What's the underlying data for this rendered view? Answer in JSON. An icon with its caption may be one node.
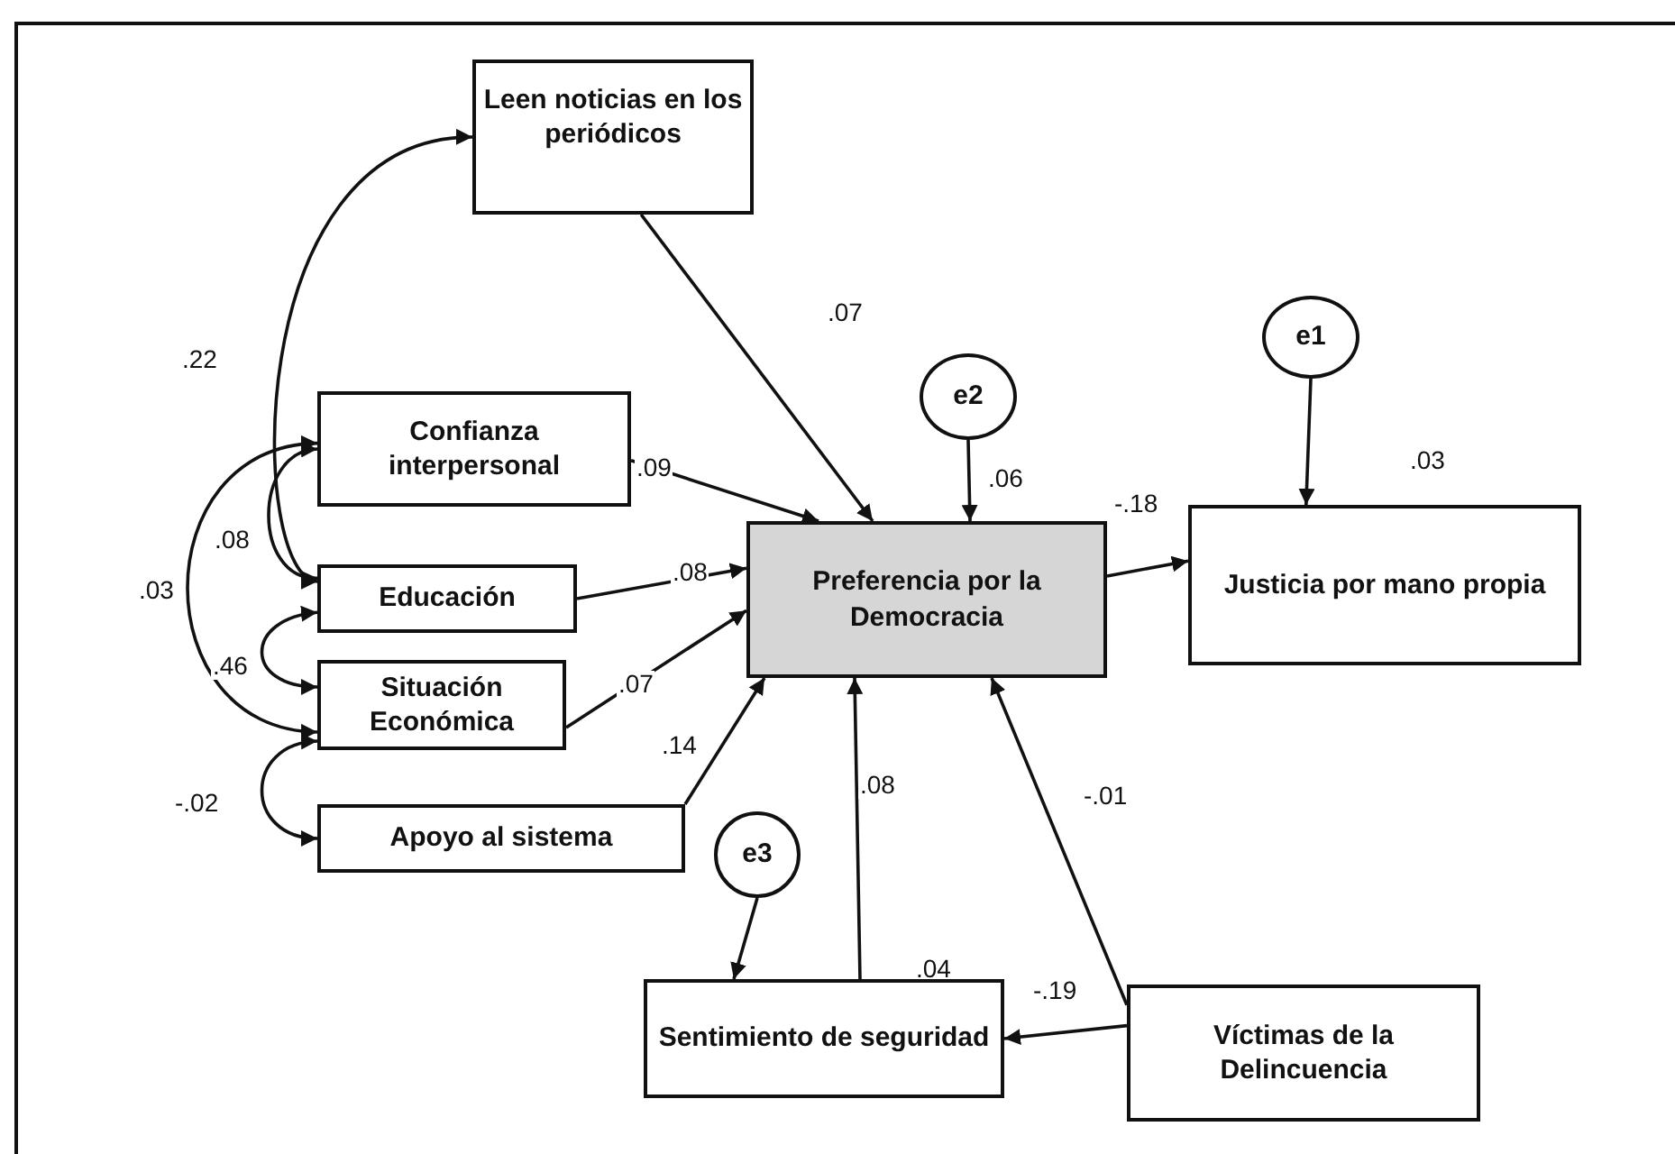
{
  "diagram": {
    "nodes": [
      {
        "text": [
          "Leen noticias en los periódicos"
        ]
      },
      {
        "text": [
          "Confianza interpersonal"
        ]
      },
      {
        "text": [
          "e2"
        ]
      },
      {
        "text": [
          "e1"
        ]
      },
      {
        "text": [
          "Educación"
        ]
      },
      {
        "text": [
          "Preferencia por la Democracia"
        ],
        "beside": [
          ".06"
        ]
      },
      {
        "text": [
          "Justicia por mano propia"
        ],
        "beside": [
          ".03"
        ]
      },
      {
        "text": [
          "Situación Económica"
        ]
      },
      {
        "text": [
          "Apoyo al sistema"
        ]
      },
      {
        "text": [
          "e3"
        ]
      },
      {
        "text": [
          "Sentimiento de seguridad"
        ],
        "beside": [
          ".04"
        ]
      },
      {
        "text": [
          "Víctimas de la Delincuencia"
        ]
      }
    ],
    "edges": [
      {
        "from": 0,
        "to": 5,
        "arrow": "to",
        "label": ".07"
      },
      {
        "from": 1,
        "to": 5,
        "arrow": "to",
        "label": ".09"
      },
      {
        "from": 2,
        "to": 5,
        "arrow": "to"
      },
      {
        "from": 5,
        "to": 6,
        "arrow": "to",
        "label": "-.18"
      },
      {
        "from": 3,
        "to": 6,
        "arrow": "to"
      },
      {
        "from": 4,
        "to": 5,
        "arrow": "to",
        "label": ".08"
      },
      {
        "from": 7,
        "to": 5,
        "arrow": "to",
        "label": ".07"
      },
      {
        "from": 8,
        "to": 5,
        "arrow": "to",
        "label": ".14"
      },
      {
        "from": 10,
        "to": 5,
        "arrow": "to",
        "label": ".08"
      },
      {
        "from": 11,
        "to": 5,
        "arrow": "to",
        "label": "-.01"
      },
      {
        "from": 11,
        "to": 10,
        "arrow": "to",
        "label": "-.19"
      },
      {
        "from": 9,
        "to": 10,
        "arrow": "to"
      },
      {
        "from": 4,
        "to": 0,
        "arrow": "both",
        "label": ".22"
      },
      {
        "from": 4,
        "to": 1,
        "arrow": "both",
        "label": ".08"
      },
      {
        "from": 7,
        "to": 1,
        "arrow": "both",
        "label": ".03"
      },
      {
        "from": 4,
        "to": 7,
        "arrow": "both",
        "label": ".46"
      },
      {
        "from": 7,
        "to": 8,
        "arrow": "both",
        "label": "-.02"
      }
    ]
  }
}
